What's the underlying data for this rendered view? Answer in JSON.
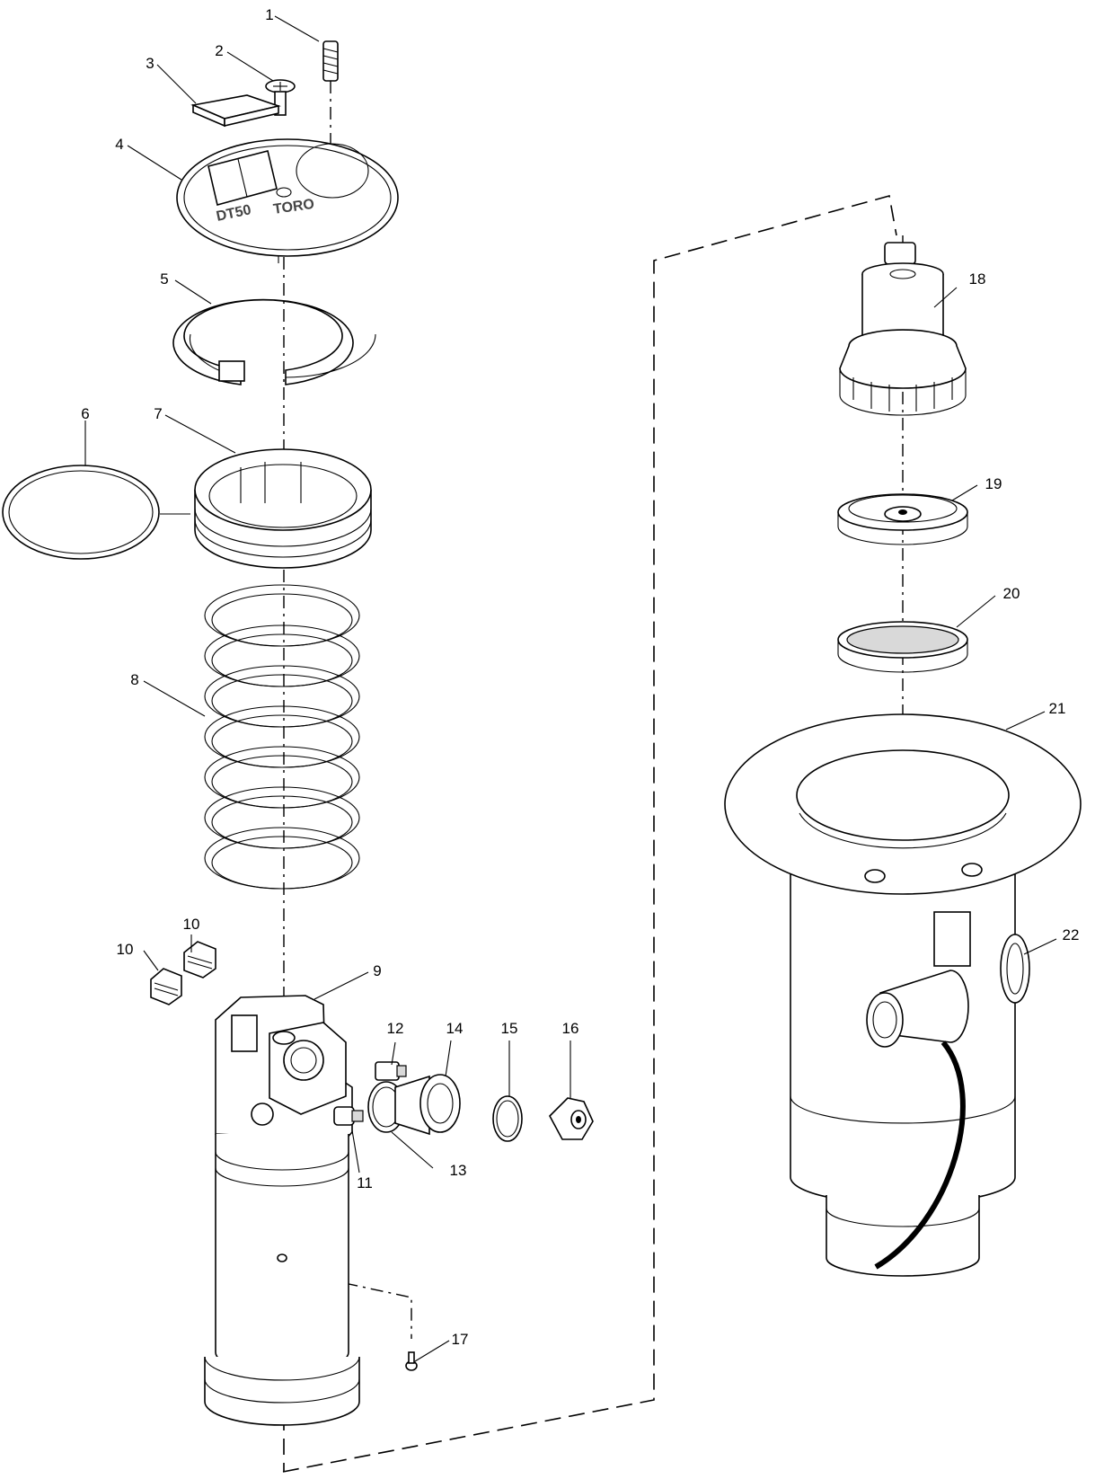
{
  "diagram": {
    "callouts": [
      "1",
      "2",
      "3",
      "4",
      "5",
      "6",
      "7",
      "8",
      "9",
      "10",
      "10",
      "11",
      "12",
      "13",
      "14",
      "15",
      "16",
      "17",
      "18",
      "19",
      "20",
      "21",
      "22"
    ],
    "nameplate": {
      "brand_text": "TORO",
      "model_text": "DT50"
    }
  }
}
